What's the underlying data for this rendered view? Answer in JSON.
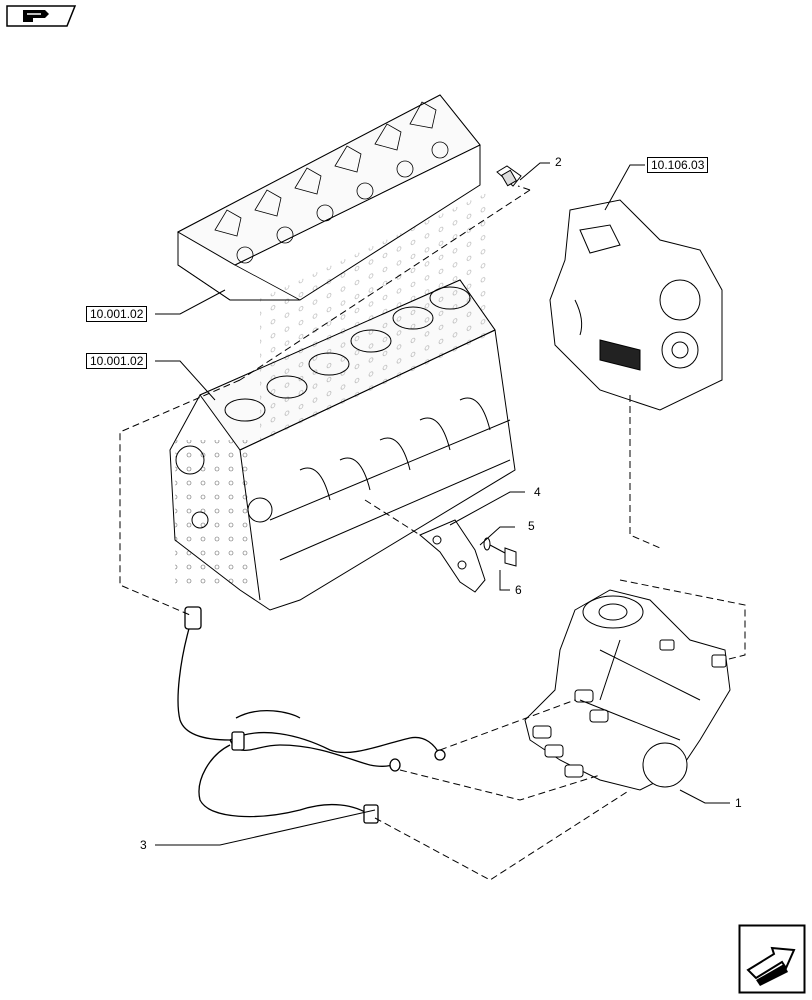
{
  "diagram": {
    "references": {
      "engine_head": "10.001.02",
      "engine_block": "10.001.02",
      "timing_cover": "10.106.03"
    },
    "callouts": {
      "p1": "1",
      "p2": "2",
      "p3": "3",
      "p4": "4",
      "p5": "5",
      "p6": "6"
    },
    "icons": {
      "top_left": "book-icon",
      "bottom_right": "next-page-arrow-icon"
    }
  }
}
